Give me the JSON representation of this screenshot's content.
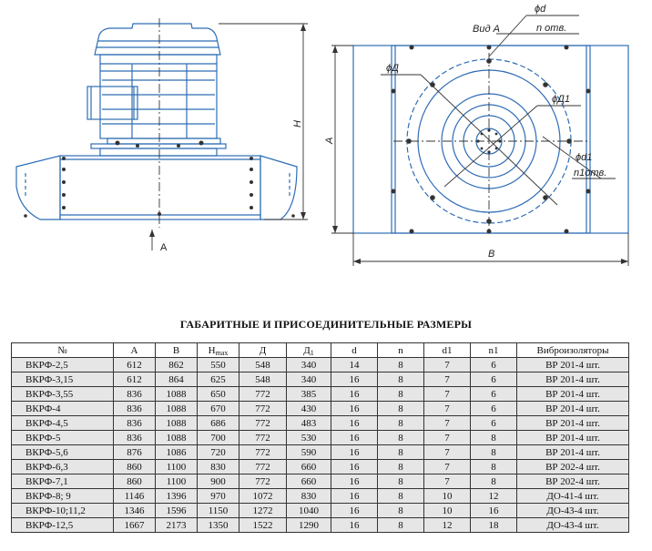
{
  "drawing": {
    "labels": {
      "view_arrow": "A",
      "height": "H",
      "dim_a": "A",
      "dim_b": "B",
      "view_a": "Вид А",
      "d": "ϕd",
      "n_holes": "n отв.",
      "D": "ϕД",
      "D1": "ϕД1",
      "d1": "ϕd1",
      "n1_holes": "n1отв."
    }
  },
  "table": {
    "title": "ГАБАРИТНЫЕ И ПРИСОЕДИНИТЕЛЬНЫЕ РАЗМЕРЫ",
    "headers": {
      "no": "№",
      "a": "A",
      "b": "B",
      "h_main": "H",
      "h_sub": "max",
      "d_big": "Д",
      "d1_big_main": "Д",
      "d1_big_sub": "1",
      "d": "d",
      "n": "n",
      "d1": "d1",
      "n1": "n1",
      "vibro": "Виброизоляторы"
    },
    "rows": [
      [
        "ВКРФ-2,5",
        "612",
        "862",
        "550",
        "548",
        "340",
        "14",
        "8",
        "7",
        "6",
        "ВР 201-4 шт."
      ],
      [
        "ВКРФ-3,15",
        "612",
        "864",
        "625",
        "548",
        "340",
        "16",
        "8",
        "7",
        "6",
        "ВР 201-4 шт."
      ],
      [
        "ВКРФ-3,55",
        "836",
        "1088",
        "650",
        "772",
        "385",
        "16",
        "8",
        "7",
        "6",
        "ВР 201-4 шт."
      ],
      [
        "ВКРФ-4",
        "836",
        "1088",
        "670",
        "772",
        "430",
        "16",
        "8",
        "7",
        "6",
        "ВР 201-4 шт."
      ],
      [
        "ВКРФ-4,5",
        "836",
        "1088",
        "686",
        "772",
        "483",
        "16",
        "8",
        "7",
        "6",
        "ВР 201-4 шт."
      ],
      [
        "ВКРФ-5",
        "836",
        "1088",
        "700",
        "772",
        "530",
        "16",
        "8",
        "7",
        "8",
        "ВР 201-4 шт."
      ],
      [
        "ВКРФ-5,6",
        "876",
        "1086",
        "720",
        "772",
        "590",
        "16",
        "8",
        "7",
        "8",
        "ВР 201-4 шт."
      ],
      [
        "ВКРФ-6,3",
        "860",
        "1100",
        "830",
        "772",
        "660",
        "16",
        "8",
        "7",
        "8",
        "ВР 202-4 шт."
      ],
      [
        "ВКРФ-7,1",
        "860",
        "1100",
        "900",
        "772",
        "660",
        "16",
        "8",
        "7",
        "8",
        "ВР 202-4 шт."
      ],
      [
        "ВКРФ-8; 9",
        "1146",
        "1396",
        "970",
        "1072",
        "830",
        "16",
        "8",
        "10",
        "12",
        "ДО-41-4 шт."
      ],
      [
        "ВКРФ-10;11,2",
        "1346",
        "1596",
        "1150",
        "1272",
        "1040",
        "16",
        "8",
        "10",
        "16",
        "ДО-43-4 шт."
      ],
      [
        "ВКРФ-12,5",
        "1667",
        "2173",
        "1350",
        "1522",
        "1290",
        "16",
        "8",
        "12",
        "18",
        "ДО-43-4 шт."
      ]
    ],
    "highlight_rows": [
      0,
      1,
      2,
      3,
      4,
      5,
      6,
      7,
      8,
      9,
      10,
      11
    ],
    "highlight_color": "#e6e6e6"
  }
}
